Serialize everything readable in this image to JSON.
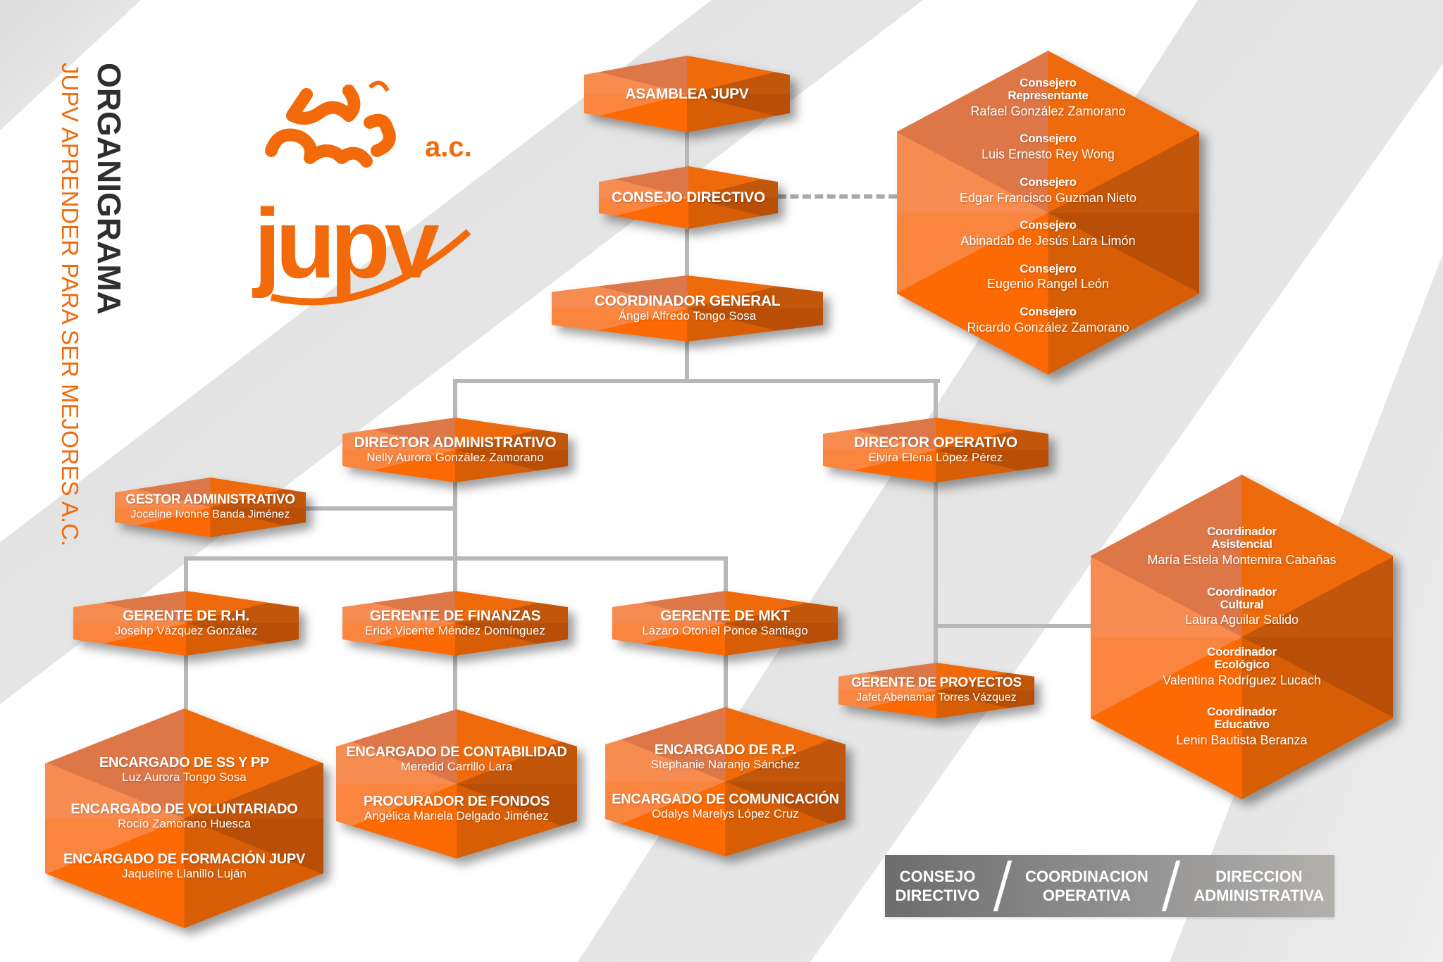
{
  "titles": {
    "main": "ORGANIGRAMA",
    "subtitle": "JUPV APRENDER PARA SER MEJORES A.C."
  },
  "logo": {
    "text": "jupv",
    "suffix": "a.c."
  },
  "colors": {
    "accent": "#f26a0a",
    "line": "#b8b8b8",
    "title": "#2f2f2f"
  },
  "asamblea": {
    "title": "ASAMBLEA JUPV"
  },
  "consejo": {
    "title": "CONSEJO DIRECTIVO"
  },
  "coordinador_general": {
    "title": "COORDINADOR GENERAL",
    "name": "Ángel Alfredo Tongo Sosa"
  },
  "consejeros": [
    {
      "role": "Consejero",
      "role2": "Representante",
      "name": "Rafael González Zamorano"
    },
    {
      "role": "Consejero",
      "name": "Luis Ernesto Rey Wong"
    },
    {
      "role": "Consejero",
      "name": "Edgar Francisco Guzman Nieto"
    },
    {
      "role": "Consejero",
      "name": "Abinadab de Jesús Lara Limón"
    },
    {
      "role": "Consejero",
      "name": "Eugenio Rangel León"
    },
    {
      "role": "Consejero",
      "name": "Ricardo González Zamorano"
    }
  ],
  "director_admin": {
    "title": "DIRECTOR ADMINISTRATIVO",
    "name": "Nelly Aurora González Zamorano"
  },
  "director_op": {
    "title": "DIRECTOR OPERATIVO",
    "name": "Elvira Elena López Pérez"
  },
  "gestor_admin": {
    "title": "GESTOR ADMINISTRATIVO",
    "name": "Joceline Ivonne Banda Jiménez"
  },
  "gerente_rh": {
    "title": "GERENTE DE R.H.",
    "name": "Josehp Vázquez González"
  },
  "gerente_fin": {
    "title": "GERENTE DE FINANZAS",
    "name": "Erick Vicente Méndez Domínguez"
  },
  "gerente_mkt": {
    "title": "GERENTE DE MKT",
    "name": "Lázaro Otoniel Ponce Santiago"
  },
  "gerente_proy": {
    "title": "GERENTE DE PROYECTOS",
    "name": "Jafet Abenamar Torres Vázquez"
  },
  "coordinadores": [
    {
      "role": "Coordinador",
      "role2": "Asistencial",
      "name": "María Estela Montemira Cabañas"
    },
    {
      "role": "Coordinador",
      "role2": "Cultural",
      "name": "Laura Aguilar Salido"
    },
    {
      "role": "Coordinador",
      "role2": "Ecológico",
      "name": "Valentina Rodríguez Lucach"
    },
    {
      "role": "Coordinador",
      "role2": "Educativo",
      "name": "Lenin Bautista Beranza"
    }
  ],
  "rh_team": [
    {
      "title": "ENCARGADO DE SS Y PP",
      "name": "Luz Aurora Tongo Sosa"
    },
    {
      "title": "ENCARGADO DE VOLUNTARIADO",
      "name": "Rocío Zamorano Huesca"
    },
    {
      "title": "ENCARGADO DE FORMACIÓN JUPV",
      "name": "Jaqueline Llanillo Luján"
    }
  ],
  "fin_team": [
    {
      "title": "ENCARGADO DE CONTABILIDAD",
      "name": "Meredid Carrillo Lara"
    },
    {
      "title": "PROCURADOR DE FONDOS",
      "name": "Angélica Mariela Delgado Jiménez"
    }
  ],
  "mkt_team": [
    {
      "title": "ENCARGADO DE R.P.",
      "name": "Stephanie Naranjo Sánchez"
    },
    {
      "title": "ENCARGADO DE COMUNICACIÓN",
      "name": "Odalys Marelys López Cruz"
    }
  ],
  "legend": [
    {
      "line1": "CONSEJO",
      "line2": "DIRECTIVO"
    },
    {
      "line1": "COORDINACION",
      "line2": "OPERATIVA"
    },
    {
      "line1": "DIRECCION",
      "line2": "ADMINISTRATIVA"
    }
  ]
}
